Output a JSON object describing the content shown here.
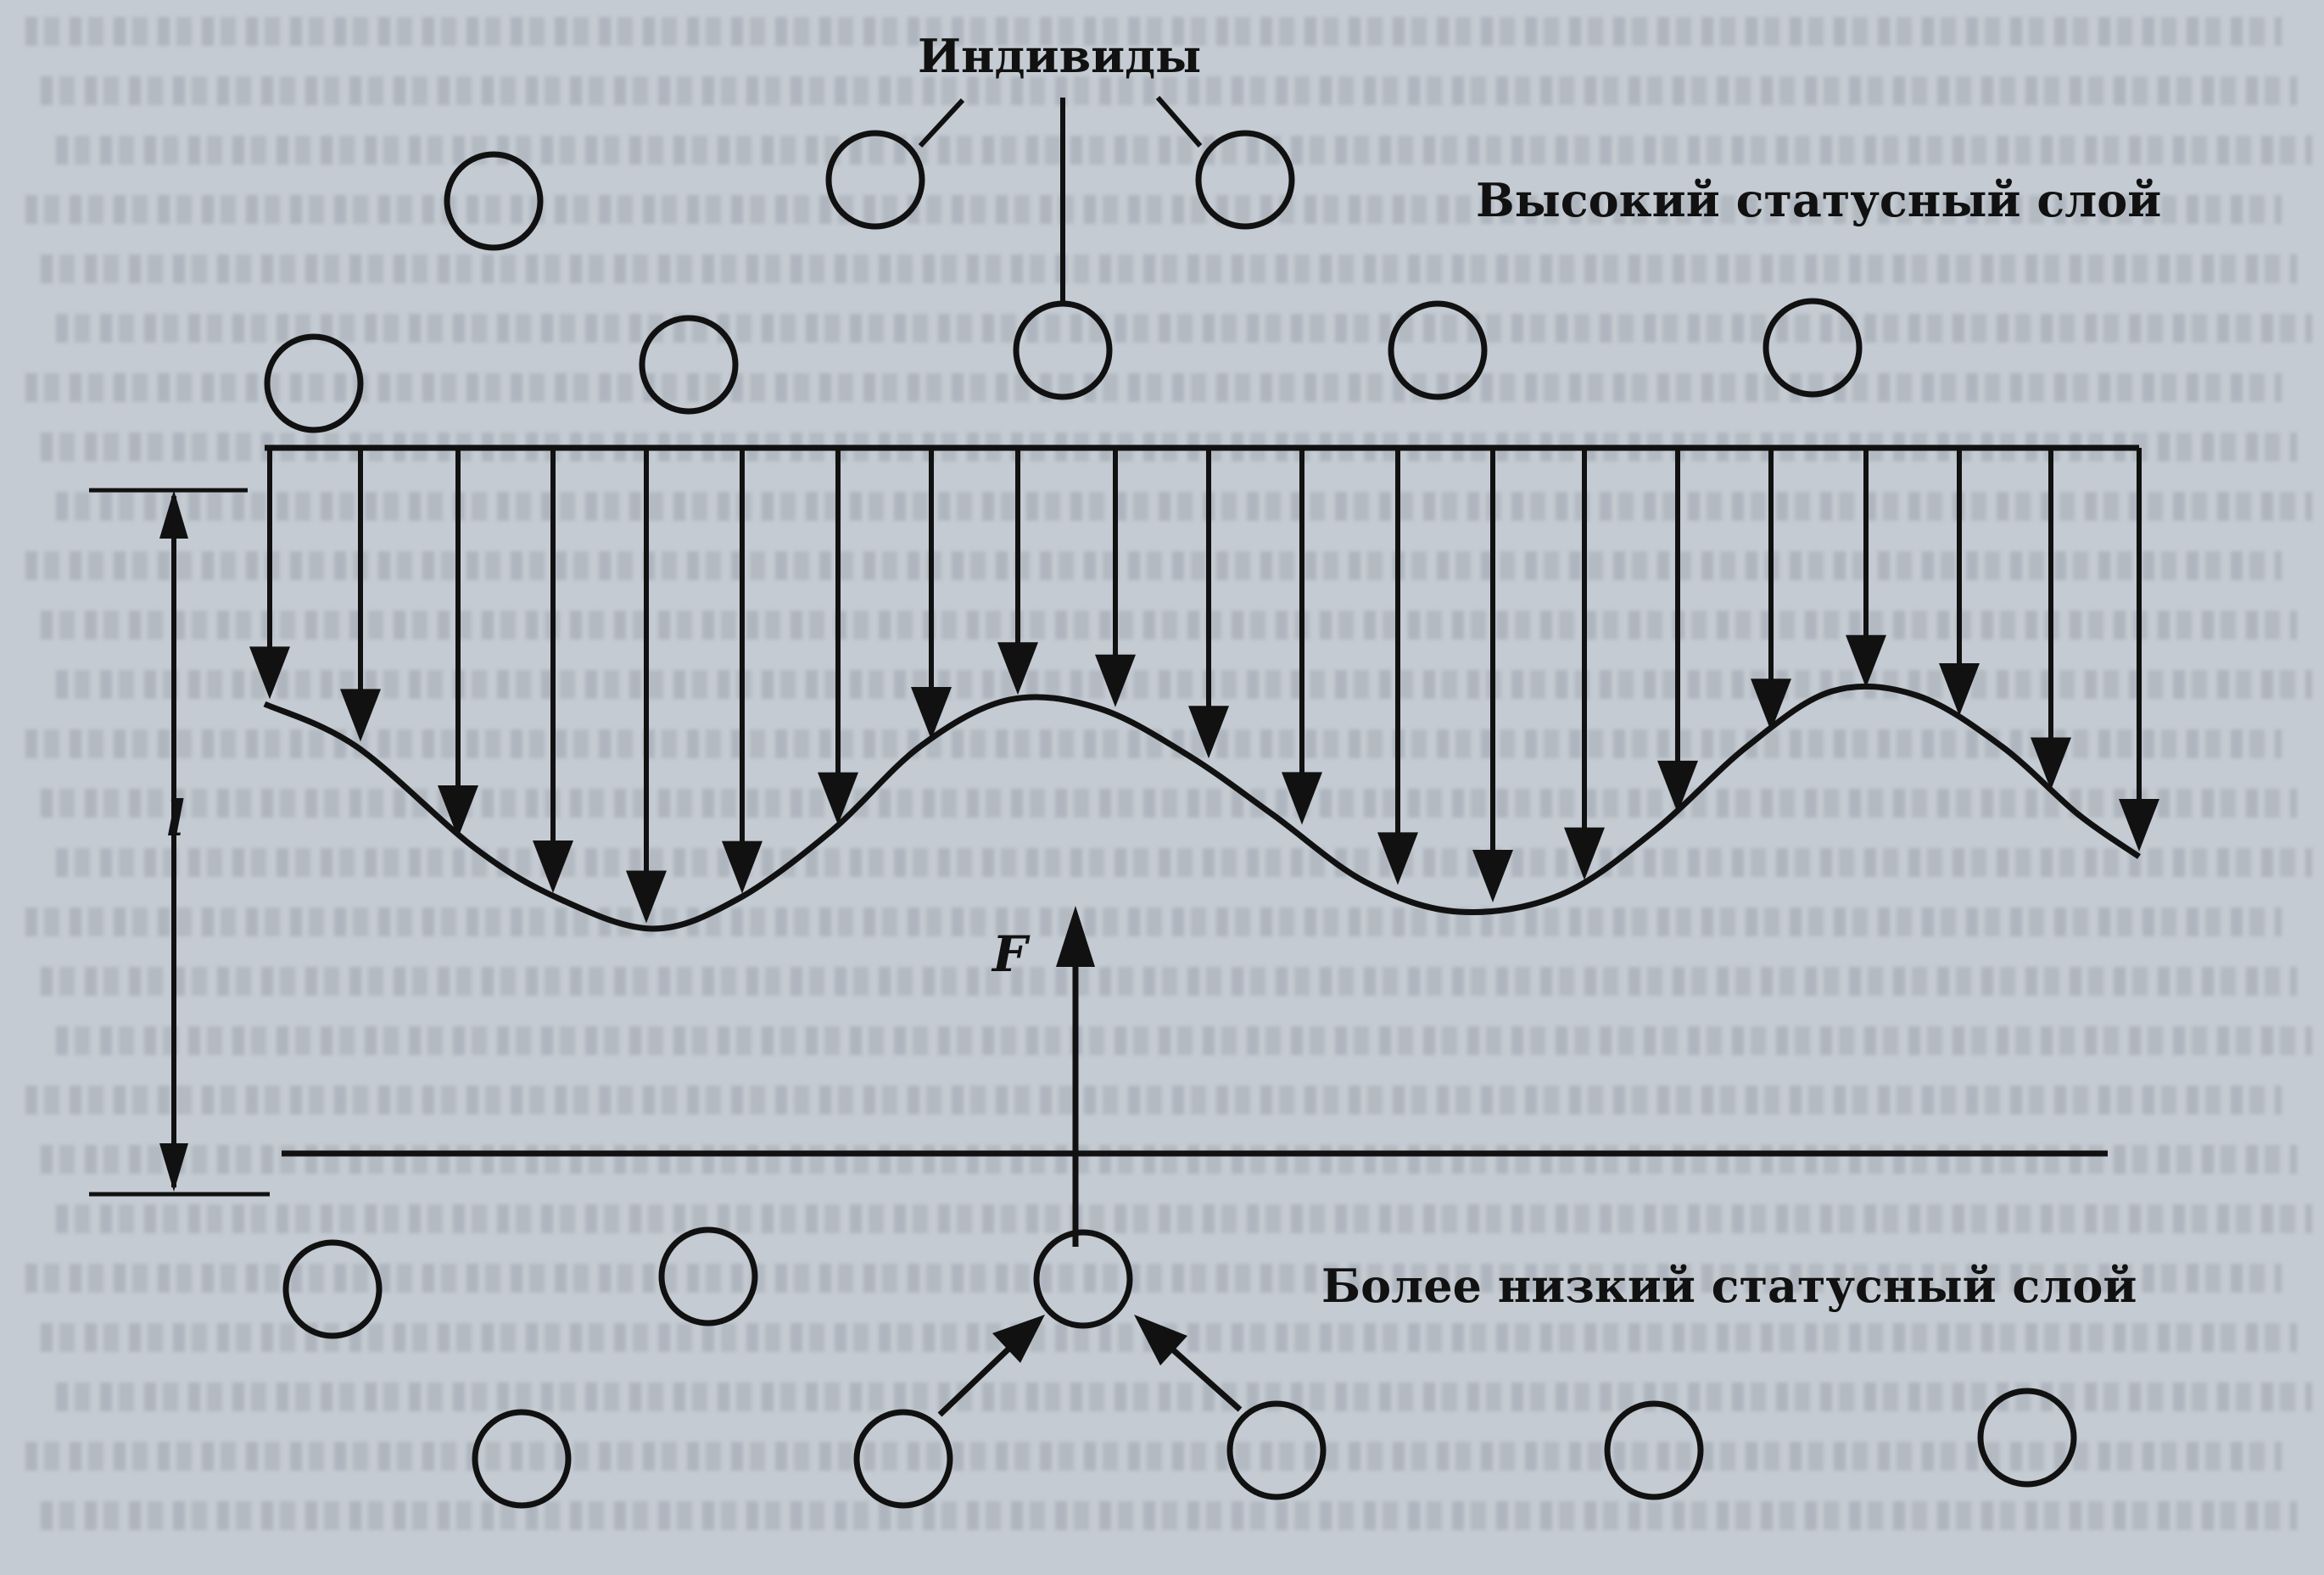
{
  "labels": {
    "individuals": "Индивиды",
    "high_layer": "Высокий статусный слой",
    "low_layer": "Более низкий статусный слой",
    "distance": "l",
    "force": "F"
  },
  "colors": {
    "ink": "#111111",
    "paper": "#c5cbd2"
  }
}
